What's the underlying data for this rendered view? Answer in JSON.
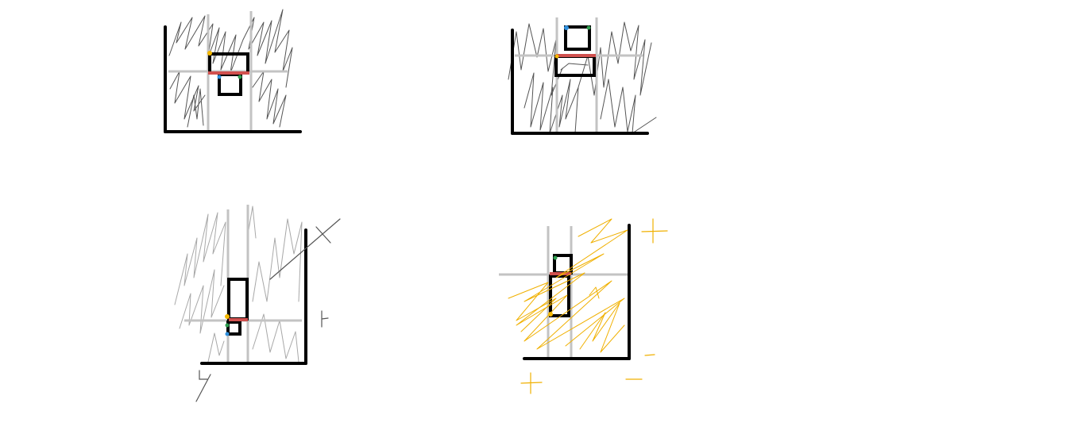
{
  "colors": {
    "background": "#ffffff",
    "axis": "#000000",
    "grid": "#c3c3c3",
    "box": "#000000",
    "edge": "#d0504e",
    "dot_yellow": "#f5b800",
    "dot_blue": "#2f8fdd",
    "dot_green": "#2e9e4f",
    "scribble_dark": "#555555",
    "scribble_light": "#a8a8a8",
    "scribble_yellow": "#f0b000",
    "mark_dark": "#555555",
    "mark_yellow": "#f0b000"
  },
  "panels": [
    {
      "name": "sketch-top-left",
      "scribble_color": "scribble_dark"
    },
    {
      "name": "sketch-top-right",
      "scribble_color": "scribble_dark"
    },
    {
      "name": "sketch-bottom-left",
      "scribble_color": "scribble_light"
    },
    {
      "name": "sketch-bottom-right",
      "scribble_color": "scribble_yellow"
    }
  ]
}
